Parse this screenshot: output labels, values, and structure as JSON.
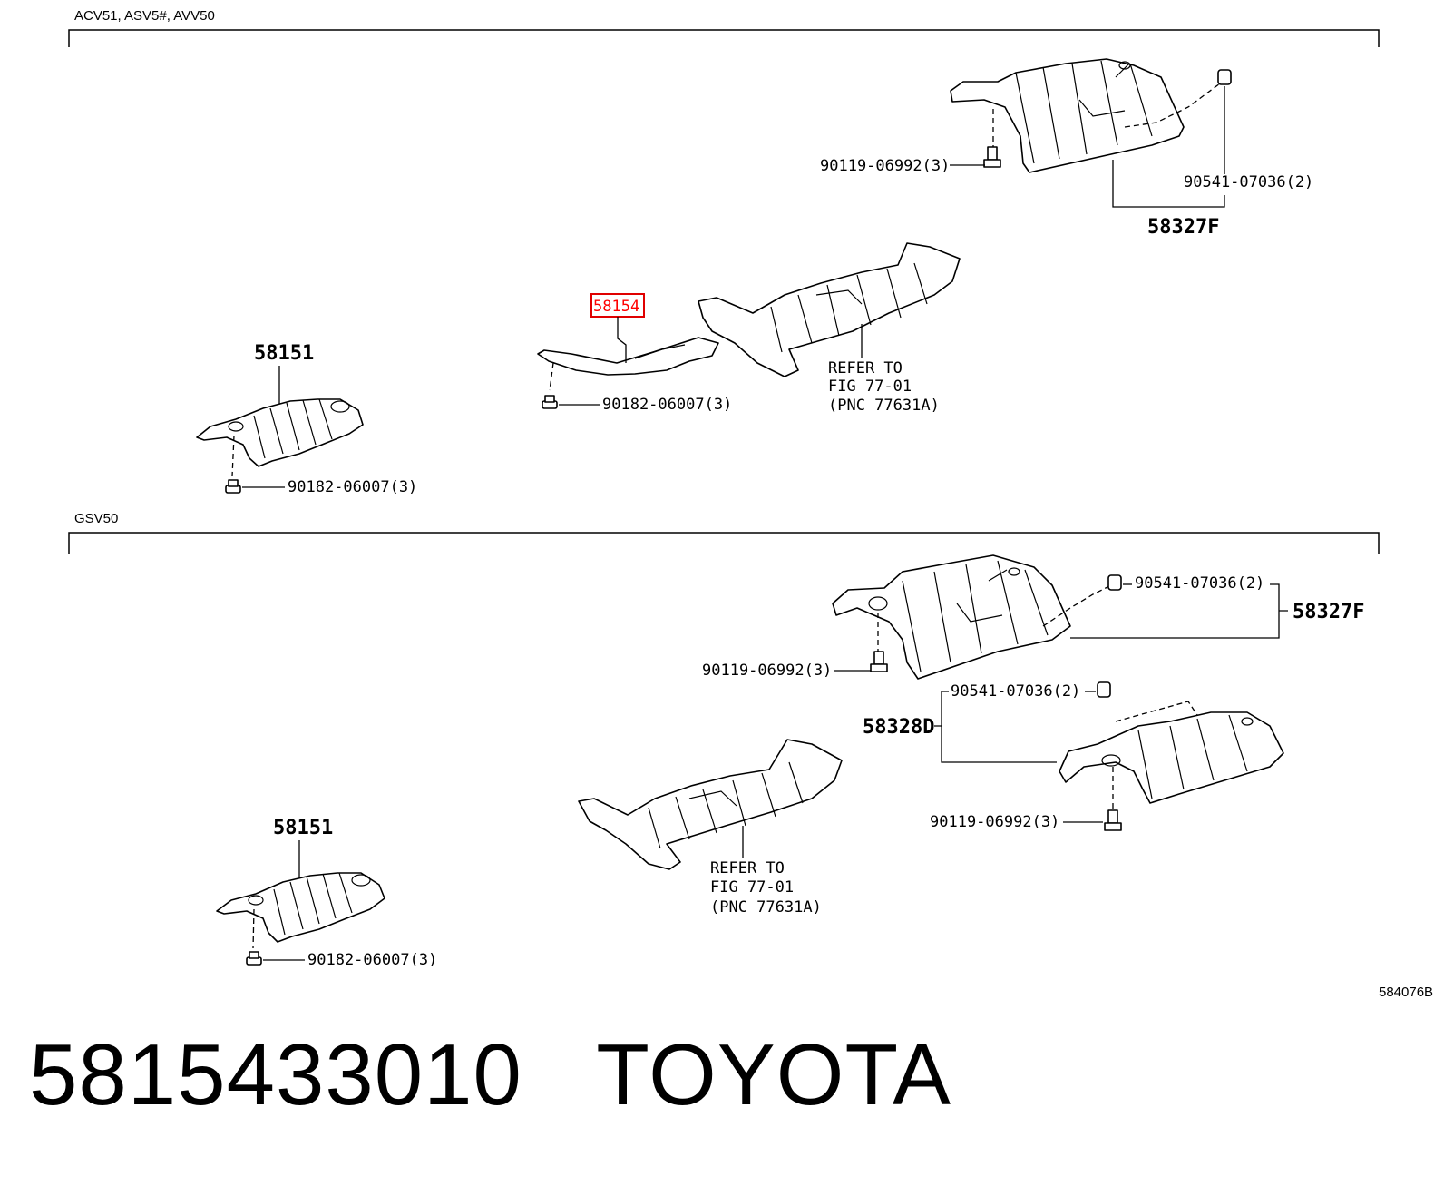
{
  "sections": {
    "top": {
      "title": "ACV51, ASV5#, AVV50",
      "labels": {
        "bolt": "90119-06992(3)",
        "clip": "90541-07036(2)",
        "rear_insulator": "58327F",
        "highlighted_part": "58154",
        "nut_center": "90182-06007(3)",
        "refer_1": "REFER TO",
        "refer_2": "FIG 77-01",
        "refer_3": "(PNC 77631A)",
        "front_insulator": "58151",
        "nut_front": "90182-06007(3)"
      }
    },
    "bottom": {
      "title": "GSV50",
      "labels": {
        "clip_upper": "90541-07036(2)",
        "rear_insulator": "58327F",
        "bolt_upper": "90119-06992(3)",
        "clip_lower": "90541-07036(2)",
        "center_insulator": "58328D",
        "bolt_lower": "90119-06992(3)",
        "refer_1": "REFER TO",
        "refer_2": "FIG 77-01",
        "refer_3": "(PNC 77631A)",
        "front_insulator": "58151",
        "nut_front": "90182-06007(3)"
      }
    }
  },
  "figure_code": "584076B",
  "footer": {
    "part_number": "5815433010",
    "brand": "TOYOTA"
  },
  "colors": {
    "highlight": "#e00000"
  }
}
